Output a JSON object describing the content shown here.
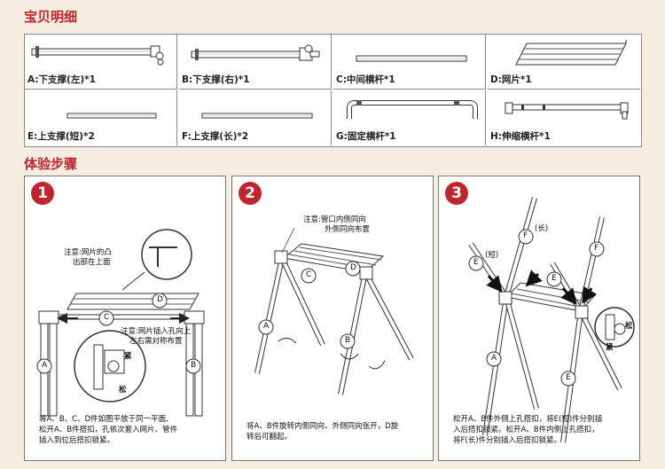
{
  "sections": {
    "parts_title": "宝贝明细",
    "steps_title": "体验步骤"
  },
  "parts": [
    {
      "id": "A",
      "label": "A:下支撑(左)*1"
    },
    {
      "id": "B",
      "label": "B:下支撑(右)*1"
    },
    {
      "id": "C",
      "label": "C:中间横杆*1"
    },
    {
      "id": "D",
      "label": "D:网片*1"
    },
    {
      "id": "E",
      "label": "E:上支撑(短)*2"
    },
    {
      "id": "F",
      "label": "F:上支撑(长)*2"
    },
    {
      "id": "G",
      "label": "G:固定横杆*1"
    },
    {
      "id": "H",
      "label": "H:伸缩横杆*1"
    }
  ],
  "steps": [
    {
      "number": "1",
      "notes": [
        "注意:网片的凸",
        "出部在上面",
        "注意:网片插入孔向上",
        "左右需对称布置"
      ],
      "labels": {
        "d": "D",
        "c": "C",
        "a": "A",
        "b": "B",
        "tight": "紧",
        "loose": "松"
      },
      "desc": [
        "将A、B、C、D件如图平放于同一平面,",
        "松开A、B件搭扣，孔依次套入网片、管件",
        "插入到位后搭扣锁紧。"
      ]
    },
    {
      "number": "2",
      "notes": [
        "注意:管口内侧同向",
        "外侧同向布置"
      ],
      "labels": {
        "c": "C",
        "d": "D",
        "a": "A",
        "b": "B"
      },
      "desc": [
        "将A、B件旋转内侧同向、外侧同向张开，D旋",
        "转后可翻起。"
      ]
    },
    {
      "number": "3",
      "labels": {
        "f": "F",
        "f_tag": "(长)",
        "e": "E",
        "e_tag": "(短)",
        "a": "A",
        "tight": "紧",
        "loose": "松"
      },
      "desc": [
        "松开A、B件外侧上孔搭扣，将E(短)件分别插",
        "入后搭扣锁紧。松开A、B件内侧上孔搭扣，",
        "将F(长)件分别插入后搭扣锁紧。"
      ]
    }
  ],
  "colors": {
    "accent": "#c0252e",
    "background": "#f6ecdf"
  }
}
